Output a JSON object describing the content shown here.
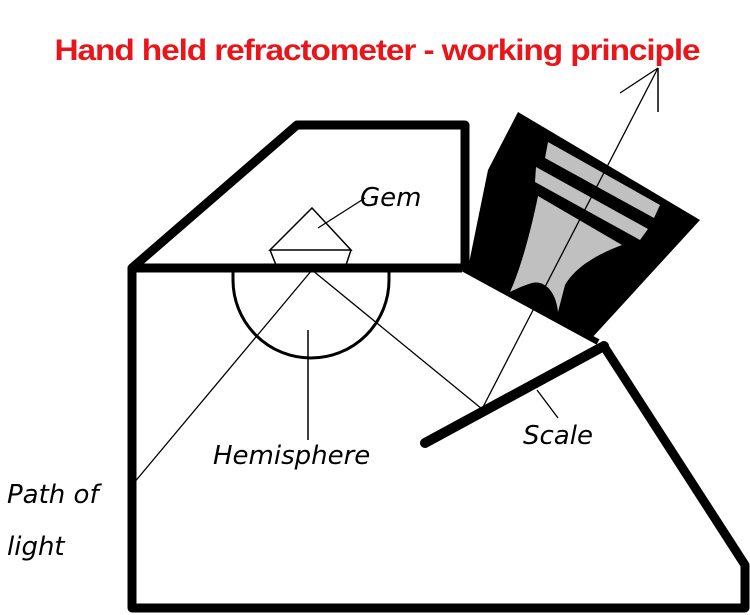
{
  "title": "Hand held refractometer - working principle",
  "labels": {
    "gem": "Gem",
    "hemisphere": "Hemisphere",
    "scale": "Scale",
    "path_of_light_line1": "Path of",
    "path_of_light_line2": "light"
  },
  "colors": {
    "title": "#e8161b",
    "outline": "#000000",
    "eyepiece_fill": "#000000",
    "eyepiece_inner": "#c0c0c0",
    "background": "#ffffff"
  }
}
